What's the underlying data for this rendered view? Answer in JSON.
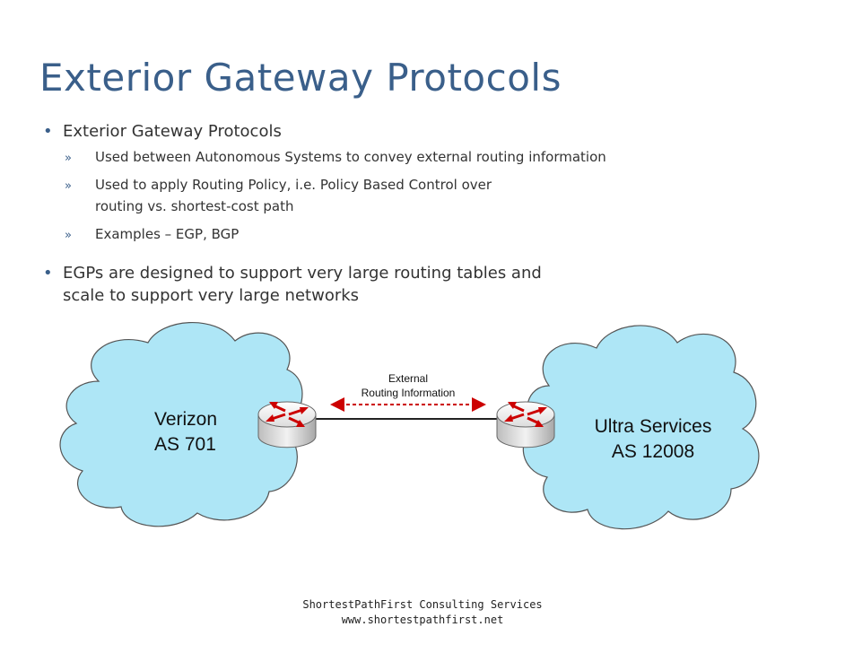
{
  "slide": {
    "title": "Exterior Gateway Protocols",
    "bullets": [
      {
        "text": "Exterior Gateway Protocols",
        "subs": [
          {
            "line1": "Used between Autonomous Systems to convey external routing information"
          },
          {
            "line1": "Used to apply Routing Policy, i.e. Policy Based Control over",
            "line2": "routing vs. shortest-cost path"
          },
          {
            "line1": "Examples – EGP, BGP"
          }
        ]
      },
      {
        "line1": "EGPs are designed to support very large routing tables and",
        "line2": "scale to support very large networks"
      }
    ]
  },
  "diagram": {
    "left_cloud": {
      "name": "Verizon",
      "as": "AS 701"
    },
    "right_cloud": {
      "name": "Ultra Services",
      "as": "AS 12008"
    },
    "link_label": {
      "line1": "External",
      "line2": "Routing Information"
    },
    "colors": {
      "cloud_fill": "#aee6f6",
      "cloud_stroke": "#555555",
      "arrow": "#cc0000",
      "router_body": "#e8e8e8"
    }
  },
  "footer": {
    "line1": "ShortestPathFirst Consulting Services",
    "line2": "www.shortestpathfirst.net"
  }
}
